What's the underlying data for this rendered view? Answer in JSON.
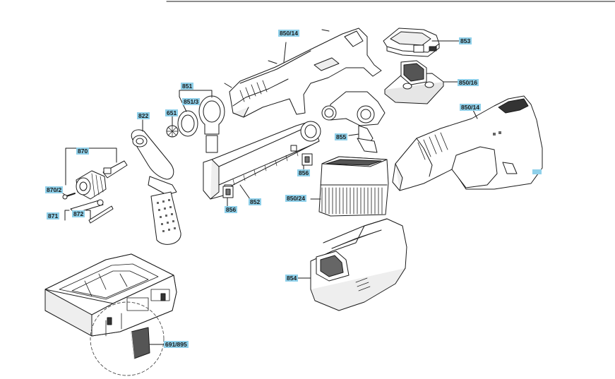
{
  "colors": {
    "callout_bg": "#8fd0ea",
    "line": "#1a1a1a",
    "part_fill": "#ffffff",
    "part_shade": "#d8d8d8"
  },
  "callouts": {
    "c850_14_top": "850/14",
    "c853": "853",
    "c850_16": "850/16",
    "c851": "851",
    "c851_3": "851/3",
    "c651": "651",
    "c822": "822",
    "c850_14_right": "850/14",
    "c855": "855",
    "c870": "870",
    "c870_2": "870/2",
    "c871": "871",
    "c872": "872",
    "c856_a": "856",
    "c856_b": "856",
    "c852": "852",
    "c850_24": "850/24",
    "c854": "854",
    "c691_895": "691/895"
  }
}
